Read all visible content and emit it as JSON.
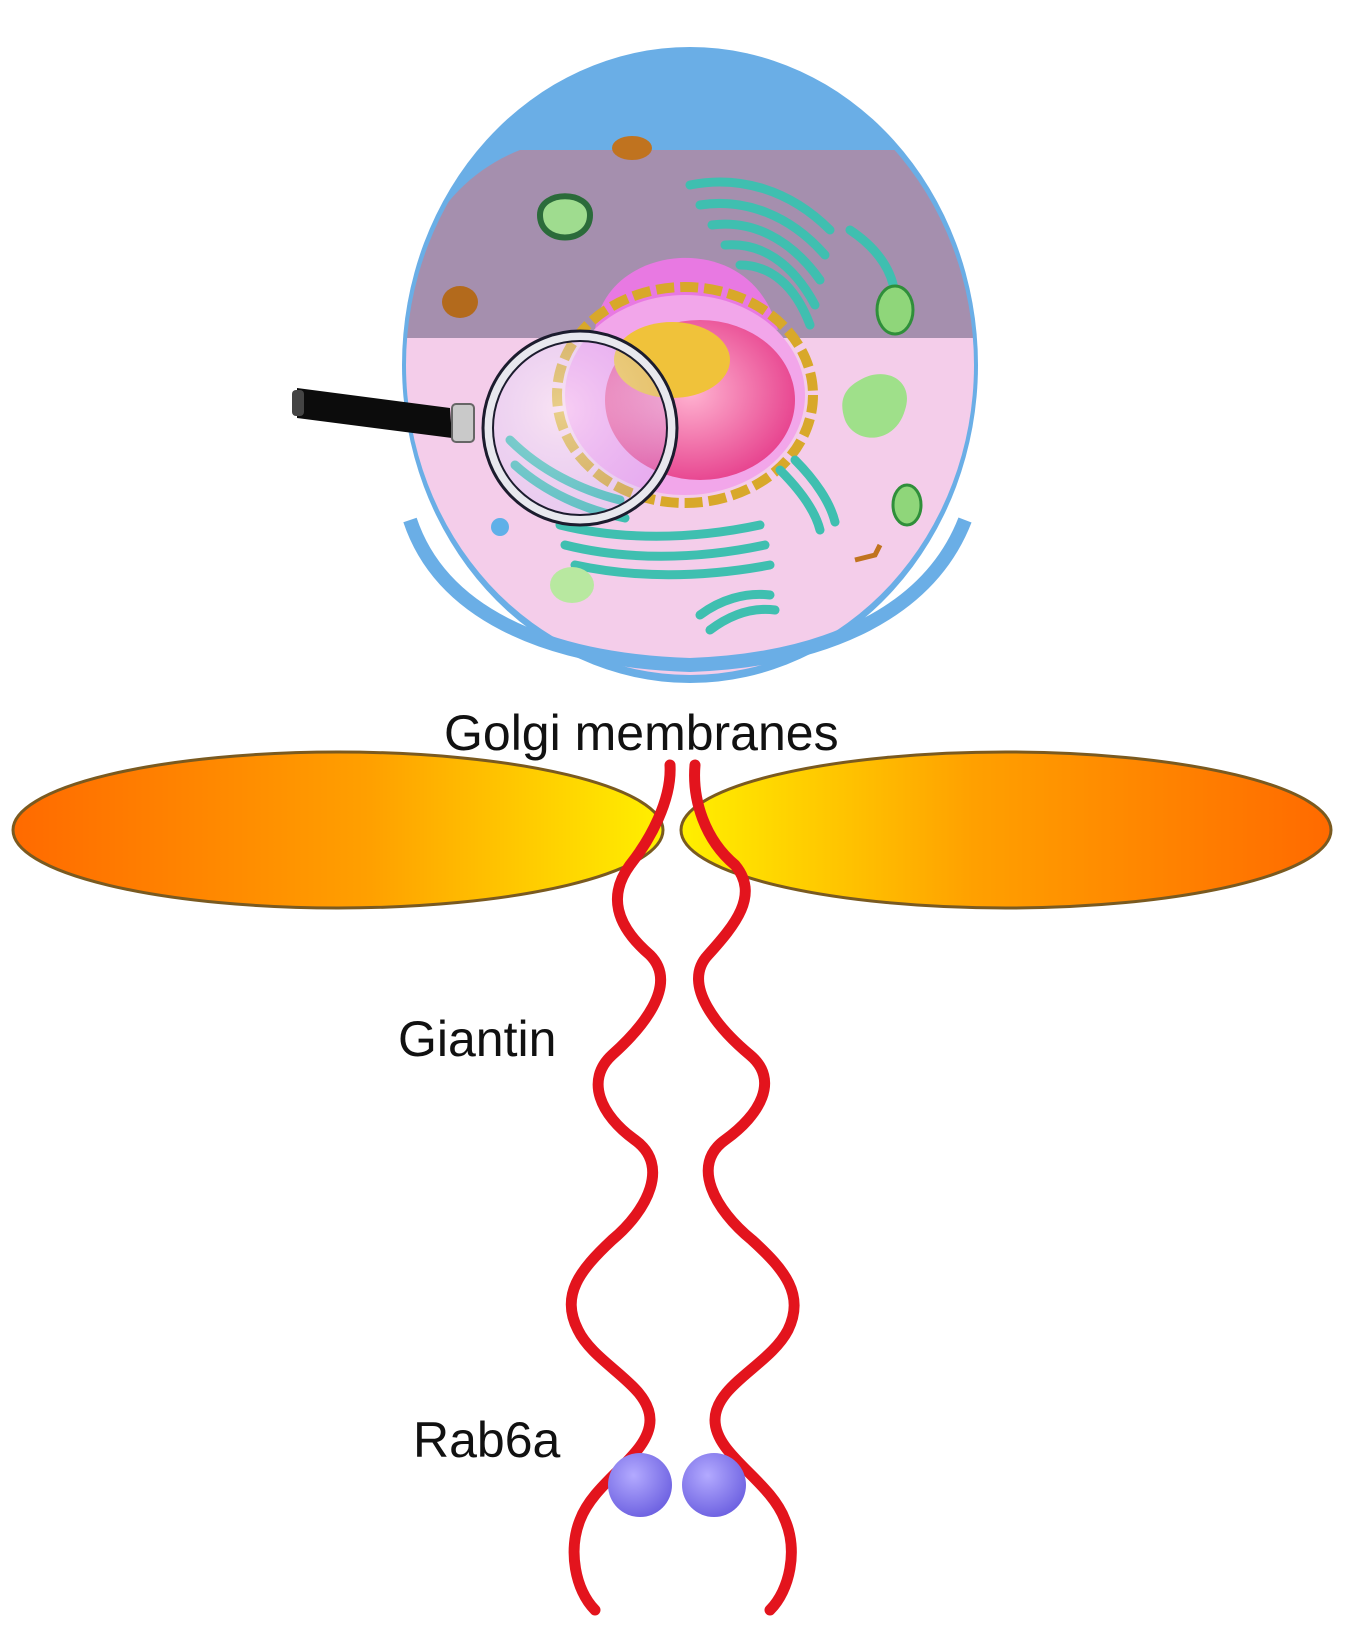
{
  "labels": {
    "golgi": "Golgi membranes",
    "giantin": "Giantin",
    "rab6a": "Rab6a"
  },
  "colors": {
    "cell_membrane": "#6aaee6",
    "cytoplasm_upper": "#a58fae",
    "cytoplasm_lower": "#f4cdea",
    "nucleus": "#e8559a",
    "nucleolus": "#f0c23a",
    "golgi_stack": "#3fbfb0",
    "mitochondria": "#8fd67a",
    "golgi_membrane_outer": "#ff6a00",
    "golgi_membrane_inner": "#ffe800",
    "giantin_strand": "#e3141d",
    "rab6a": "#7e72e8"
  },
  "icons": {
    "cell": "animal-cell-icon",
    "magnifier": "magnifying-glass-icon"
  }
}
